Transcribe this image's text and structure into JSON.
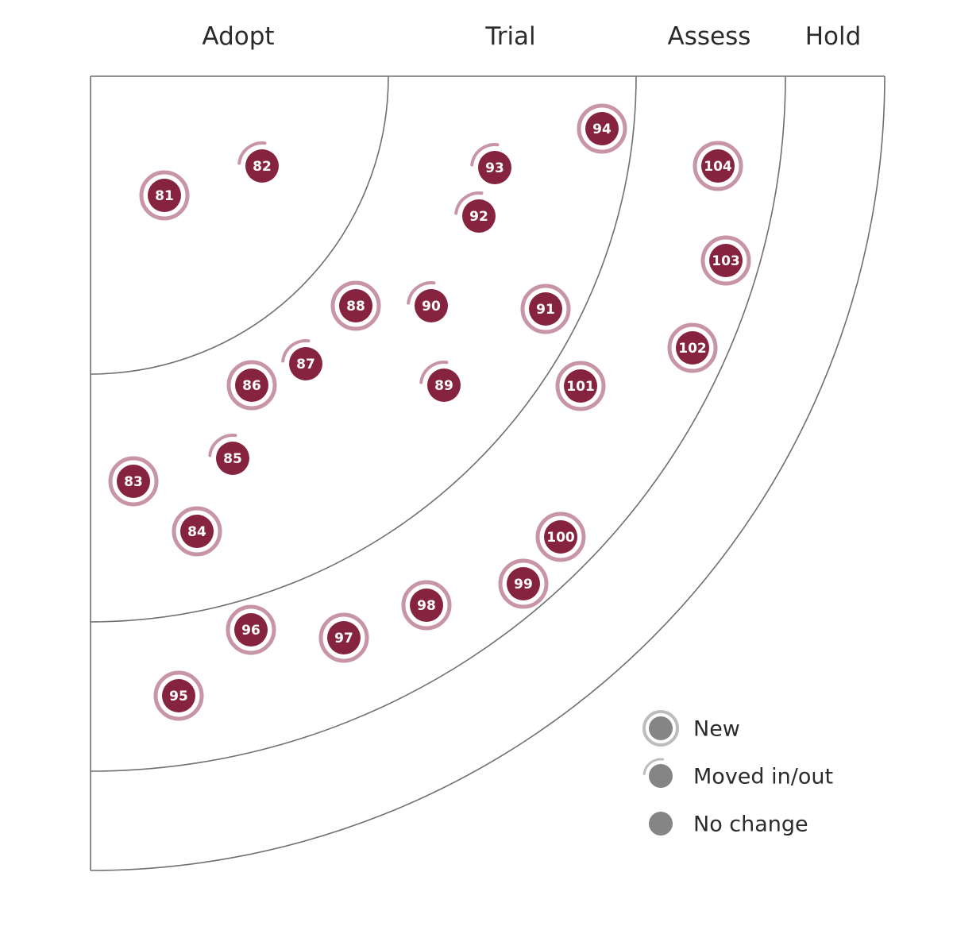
{
  "rings": [
    {
      "label": "Adopt"
    },
    {
      "label": "Trial"
    },
    {
      "label": "Assess"
    },
    {
      "label": "Hold"
    }
  ],
  "colors": {
    "blip": "#86243f",
    "blip_ring": "#c795a6",
    "arc_line": "#6f6f6f",
    "legend_dot": "#858585",
    "legend_ring": "#bdbdbd",
    "text": "#2b2b2b"
  },
  "blips": [
    {
      "id": "81",
      "status": "new"
    },
    {
      "id": "82",
      "status": "moved"
    },
    {
      "id": "83",
      "status": "new"
    },
    {
      "id": "84",
      "status": "new"
    },
    {
      "id": "85",
      "status": "moved"
    },
    {
      "id": "86",
      "status": "new"
    },
    {
      "id": "87",
      "status": "moved"
    },
    {
      "id": "88",
      "status": "new"
    },
    {
      "id": "89",
      "status": "moved"
    },
    {
      "id": "90",
      "status": "moved"
    },
    {
      "id": "91",
      "status": "new"
    },
    {
      "id": "92",
      "status": "moved"
    },
    {
      "id": "93",
      "status": "moved"
    },
    {
      "id": "94",
      "status": "new"
    },
    {
      "id": "95",
      "status": "new"
    },
    {
      "id": "96",
      "status": "new"
    },
    {
      "id": "97",
      "status": "new"
    },
    {
      "id": "98",
      "status": "new"
    },
    {
      "id": "99",
      "status": "new"
    },
    {
      "id": "100",
      "status": "new"
    },
    {
      "id": "101",
      "status": "new"
    },
    {
      "id": "102",
      "status": "new"
    },
    {
      "id": "103",
      "status": "new"
    },
    {
      "id": "104",
      "status": "new"
    }
  ],
  "legend": [
    {
      "label": "New",
      "status": "new"
    },
    {
      "label": "Moved in/out",
      "status": "moved"
    },
    {
      "label": "No change",
      "status": "none"
    }
  ]
}
